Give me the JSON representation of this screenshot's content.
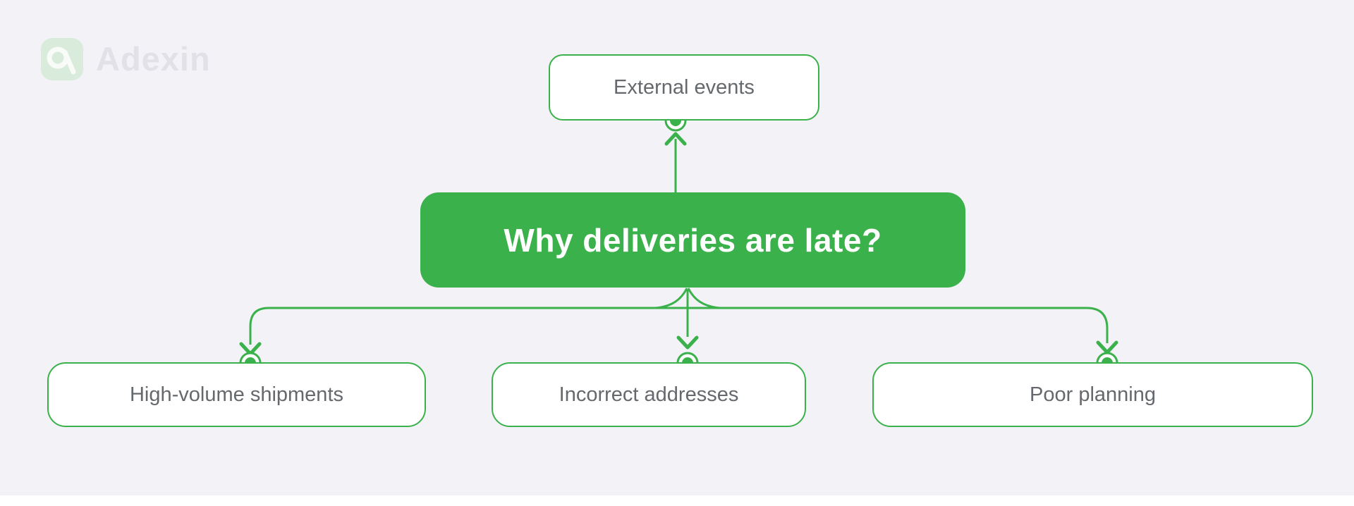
{
  "brand": {
    "name": "Adexin",
    "logo_icon": "adexin-a-ring-icon"
  },
  "colors": {
    "background": "#F2F2F7",
    "accent_green": "#3BB14C",
    "node_background": "#FFFFFF",
    "node_text_gray": "#65696D",
    "root_text": "#FFFFFF",
    "logo_tile": "#D9EBDB",
    "logo_text": "#E1E1E7",
    "bottom_strip": "#FFFFFF"
  },
  "diagram": {
    "type": "flowchart",
    "title": "Why deliveries are late?",
    "cause_top": "External events",
    "causes_bottom": [
      "High-volume shipments",
      "Incorrect addresses",
      "Poor planning"
    ]
  }
}
